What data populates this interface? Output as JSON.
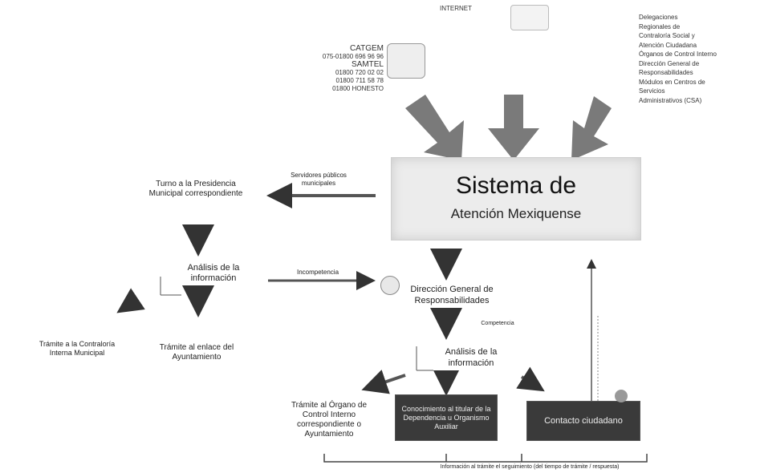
{
  "top": {
    "internet_label": "INTERNET"
  },
  "phones": {
    "lines": [
      "CATGEM",
      "075-01800 696 96 96",
      "SAMTEL",
      "01800 720 02 02",
      "01800 711 58 78",
      "01800 HONESTO"
    ]
  },
  "right_list": {
    "lines": [
      "Delegaciones",
      "Regionales de",
      "Contraloría Social y",
      "Atención Ciudadana",
      "Órganos de Control Interno",
      "Dirección General de",
      "Responsabilidades",
      "Módulos en Centros de",
      "Servicios",
      "Administrativos (CSA)"
    ]
  },
  "main": {
    "title": "Sistema de",
    "subtitle": "Atención Mexiquense"
  },
  "left_branch": {
    "turno": "Turno a la Presidencia Municipal correspondiente",
    "servidores": "Servidores públicos municipales",
    "analisis": "Análisis de la información",
    "incompetencia": "Incompetencia",
    "tramite_contraloria": "Trámite a la Contraloría Interna Municipal",
    "tramite_enlace": "Trámite al enlace del Ayuntamiento"
  },
  "center_branch": {
    "direccion": "Dirección General de Responsabilidades",
    "competencia": "Competencia",
    "analisis": "Análisis de la información",
    "tramite_organo": "Trámite al Órgano de Control Interno correspondiente o Ayuntamiento",
    "conocimiento": "Conocimiento al titular de la Dependencia u Organismo Auxiliar",
    "contacto": "Contacto ciudadano",
    "bottom_note": "Información al trámite el seguimiento (del tiempo de trámite / respuesta)"
  }
}
